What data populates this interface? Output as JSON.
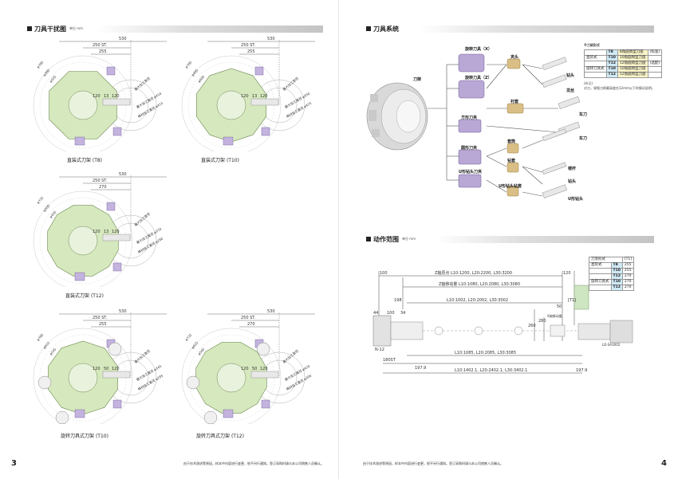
{
  "left": {
    "section_title": "刀具干扰图",
    "section_unit": "单位 mm",
    "page_number": "3",
    "footnote": "由于技术改进等原因，样本中内容进行变更，恕不另行通知。签订采购时请与本公司销售人员确认。",
    "figures": [
      {
        "caption": "直装式刀架 (T8)",
        "d530": "530",
        "d250": "250 ST.",
        "d255": "255",
        "v120a": "120",
        "v13": "13",
        "v120b": "120",
        "lbl_max": "最大加工直径",
        "lbl_max2": "最大加工直径 φ410",
        "lbl_stock": "棒材加工直径 φ415",
        "d_a": "φ780",
        "d_b": "φ380",
        "d_c": "φ505"
      },
      {
        "caption": "直装式刀架 (T10)",
        "d530": "530",
        "d250": "250 ST.",
        "d255": "255",
        "v120a": "120",
        "v13": "13",
        "v120b": "120",
        "lbl_max": "最大加工直径",
        "lbl_max2": "最大加工直径 φ450",
        "lbl_stock": "棒材加工直径 φ425",
        "d_a": "φ760",
        "d_b": "φ485",
        "d_c": "φ600"
      },
      {
        "caption": "直装式刀架 (T12)",
        "d530": "530",
        "d250": "250 ST.",
        "d255": "270",
        "v120a": "120",
        "v13": "13",
        "v120b": "120",
        "lbl_max": "最大加工直径",
        "lbl_max2": "最大加工直径 φ370",
        "lbl_stock": "棒材加工直径 φ280",
        "d_a": "φ732",
        "d_b": "φ500",
        "d_c": "φ450"
      },
      {
        "caption": "旋转刀具式刀架 (T10)",
        "d530": "530",
        "d250": "250 ST.",
        "d255": "255",
        "v120a": "120",
        "v13": "50",
        "v120b": "120",
        "lbl_max": "最大加工直径",
        "lbl_max2": "最大加工直径 φ345",
        "lbl_stock": "棒材加工直径 φ285",
        "d_a": "φ780",
        "d_b": "φ615",
        "d_c": "φ545"
      },
      {
        "caption": "旋转刀具式刀架 (T12)",
        "d530": "530",
        "d250": "250 ST.",
        "d255": "270",
        "v120a": "120",
        "v13": "50",
        "v120b": "120",
        "lbl_max": "最大加工直径",
        "lbl_max2": "最大加工直径 φ420",
        "lbl_stock": "棒材加工直径 φ300",
        "d_a": "φ732",
        "d_b": "φ615",
        "d_c": "φ560"
      }
    ]
  },
  "right": {
    "page_number": "4",
    "footnote": "由于技术改进等原因，样本中内容进行变更，恕不另行通知。签订采购时请与本公司销售人员确认。",
    "tool_system": {
      "section_title": "刀具系统",
      "turret_label": "刀架",
      "holders": [
        "旋转刀具（X）",
        "旋转刀具（Z）",
        "方形刀夹",
        "圆形刀夹",
        "U形钻头刀夹"
      ],
      "parts": [
        "夹头",
        "衬套",
        "套筒",
        "钻套",
        "U形钻头钻套"
      ],
      "tools": [
        "钻头",
        "龙丝",
        "车刀",
        "车刀",
        "镗杆",
        "钻头",
        "U形钻头"
      ],
      "table_title": "※刀架形式",
      "table_rows": [
        {
          "type": "",
          "code": "T8",
          "desc": "8角圆周型刀座",
          "std": "(标准)"
        },
        {
          "type": "直装式",
          "code": "T10",
          "desc": "10角圆周型刀座",
          "std": ""
        },
        {
          "type": "",
          "code": "T12",
          "desc": "12角圆周型刀座",
          "std": "(选配)"
        },
        {
          "type": "旋转刀具式",
          "code": "T10",
          "desc": "10角圆周型刀座",
          "std": ""
        },
        {
          "type": "",
          "code": "T12",
          "desc": "12角圆周型刀座",
          "std": ""
        }
      ],
      "note_title": "(补记)",
      "note_text": "对刀，规格刀柄最高度在32mm以下的情况说明。"
    },
    "motion_range": {
      "section_title": "动作范围",
      "section_unit": "单位 mm",
      "table_header": [
        "刀架形式",
        "[T1]"
      ],
      "table_rows": [
        {
          "type": "直装式",
          "code": "T8",
          "val": "255"
        },
        {
          "type": "",
          "code": "T10",
          "val": "255"
        },
        {
          "type": "",
          "code": "T12",
          "val": "270"
        },
        {
          "type": "旋转刀具式",
          "code": "T10",
          "val": "270"
        },
        {
          "type": "",
          "code": "T12",
          "val": "270"
        }
      ],
      "dims": {
        "d100": "100",
        "z_origin": "Z轴原点 L10:1200, L20:2200, L30:3200",
        "d120": "120",
        "z_travel": "Z轴移动量 L10:1080, L20:2080, L30:3080",
        "d198": "198",
        "l_mid": "L10:1002, L20:2002, L30:3002",
        "t1": "[T1]",
        "d50": "50",
        "d44": "44",
        "d100b": "100",
        "d34": "34",
        "d260": "260",
        "d280": "280",
        "d_x": "X轴移动量",
        "n12": "N-12",
        "d180st": "180ST",
        "d197a": "197.9",
        "l_low": "L10:1085, L20:2085, L30:3085",
        "l_bottom": "L10:1402.1, L20:2402.1, L30:3402.1",
        "d197b": "197.9",
        "tailstock": "LD-SA3002"
      }
    }
  }
}
